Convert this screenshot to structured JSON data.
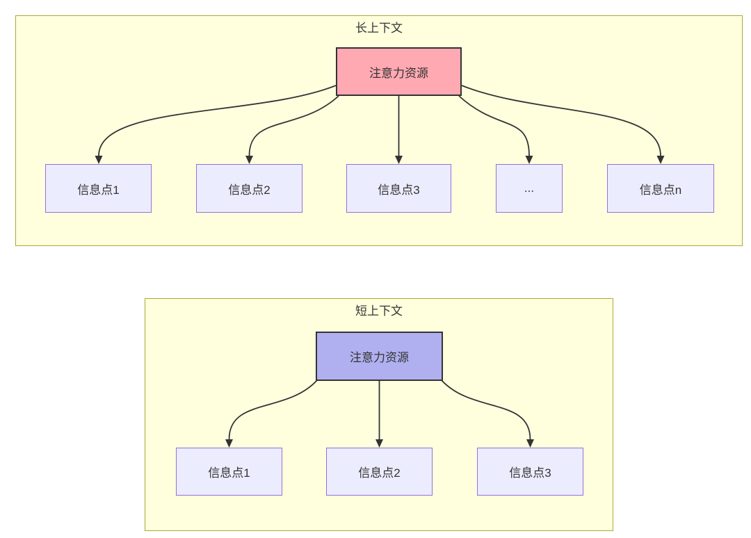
{
  "colors": {
    "canvas_bg": "#ffffff",
    "panel_fill": "#ffffde",
    "panel_border": "#aaaa33",
    "attention_long_fill": "#ffa9b3",
    "attention_short_fill": "#b0b0f0",
    "attention_border": "#333333",
    "info_fill": "#ececff",
    "info_border": "#9370db",
    "edge_color": "#333333",
    "text_color": "#333333"
  },
  "long_context": {
    "title": "长上下文",
    "attention_label": "注意力资源",
    "info_points": [
      {
        "label": "信息点1"
      },
      {
        "label": "信息点2"
      },
      {
        "label": "信息点3"
      },
      {
        "label": "..."
      },
      {
        "label": "信息点n"
      }
    ]
  },
  "short_context": {
    "title": "短上下文",
    "attention_label": "注意力资源",
    "info_points": [
      {
        "label": "信息点1"
      },
      {
        "label": "信息点2"
      },
      {
        "label": "信息点3"
      }
    ]
  }
}
